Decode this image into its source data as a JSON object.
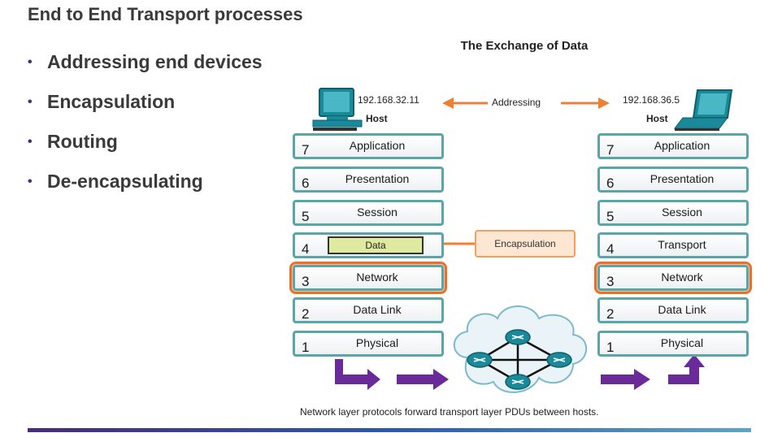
{
  "title": "End to End Transport processes",
  "bullets": [
    "Addressing end devices",
    "Encapsulation",
    "Routing",
    "De-encapsulating"
  ],
  "diagram": {
    "title": "The Exchange of Data",
    "left_ip": "192.168.32.11",
    "right_ip": "192.168.36.5",
    "host_label": "Host",
    "addressing_label": "Addressing",
    "encapsulation_label": "Encapsulation",
    "data_label": "Data",
    "caption": "Network layer protocols forward transport layer PDUs between hosts.",
    "left_stack": [
      {
        "num": "7",
        "name": "Application"
      },
      {
        "num": "6",
        "name": "Presentation"
      },
      {
        "num": "5",
        "name": "Session"
      },
      {
        "num": "4",
        "name": ""
      },
      {
        "num": "3",
        "name": "Network"
      },
      {
        "num": "2",
        "name": "Data Link"
      },
      {
        "num": "1",
        "name": "Physical"
      }
    ],
    "right_stack": [
      {
        "num": "7",
        "name": "Application"
      },
      {
        "num": "6",
        "name": "Presentation"
      },
      {
        "num": "5",
        "name": "Session"
      },
      {
        "num": "4",
        "name": "Transport"
      },
      {
        "num": "3",
        "name": "Network"
      },
      {
        "num": "2",
        "name": "Data Link"
      },
      {
        "num": "1",
        "name": "Physical"
      }
    ],
    "colors": {
      "layer_border": "#5aa5a8",
      "highlight": "#e8702a",
      "arrow_purple": "#6a2a9a",
      "arrow_orange": "#f08030",
      "router": "#1a8a9a"
    }
  }
}
